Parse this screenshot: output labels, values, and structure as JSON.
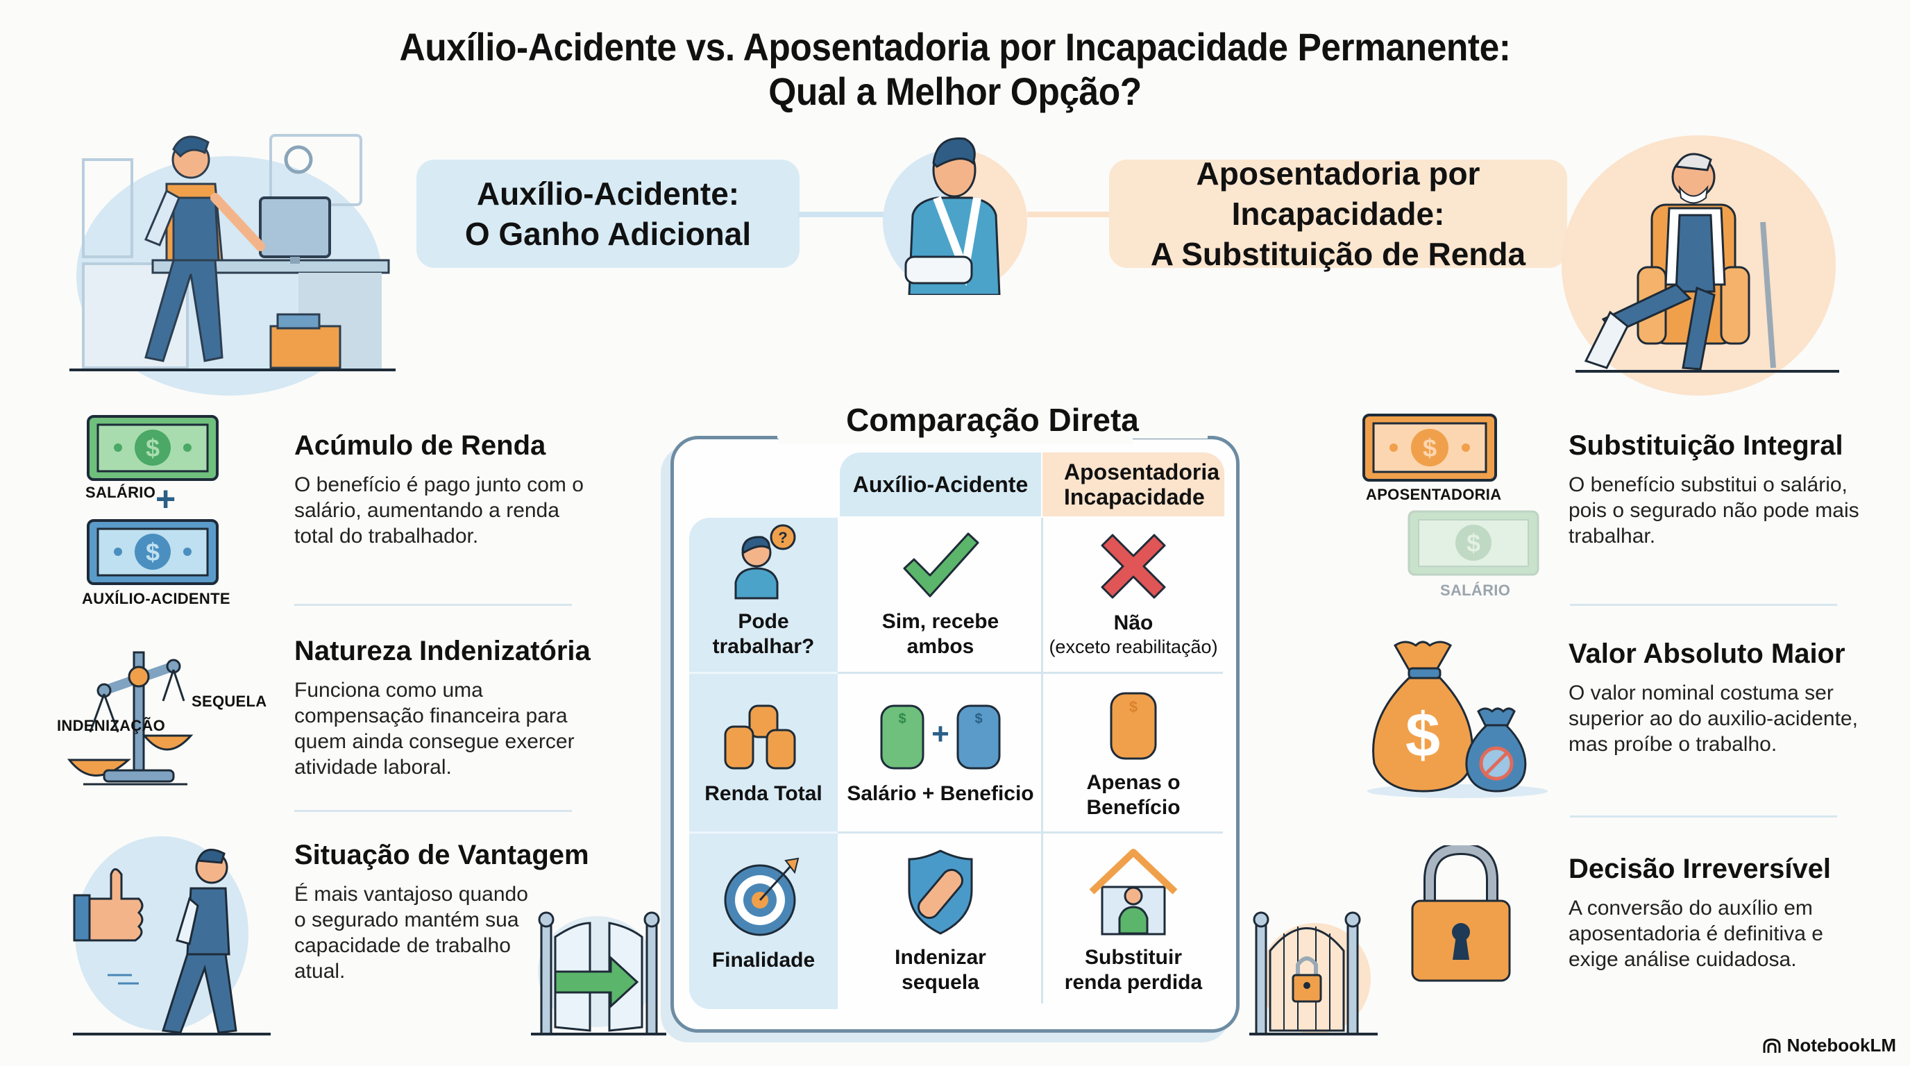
{
  "title": {
    "line1": "Auxílio-Acidente vs. Aposentadoria por Incapacidade Permanente:",
    "line2": "Qual a Melhor Opção?"
  },
  "header": {
    "left_banner": {
      "line1": "Auxílio-Acidente:",
      "line2": "O Ganho Adicional",
      "color": "#d8ebf5"
    },
    "right_banner": {
      "line1": "Aposentadoria por Incapacidade:",
      "line2": "A Substituição de Renda",
      "color": "#fbe6d0"
    }
  },
  "left_column": {
    "items": [
      {
        "title": "Acúmulo de Renda",
        "description": "O benefício é pago junto com o salário, aumentando a renda total do trabalhador.",
        "icon_labels": [
          "SALÁRIO",
          "AUXÍLIO-ACIDENTE"
        ]
      },
      {
        "title": "Natureza Indenizatória",
        "description": "Funciona como uma compensação financeira para quem ainda consegue exercer atividade laboral.",
        "icon_labels": [
          "INDENIZAÇÃO",
          "SEQUELA"
        ]
      },
      {
        "title": "Situação de Vantagem",
        "description": "É mais vantajoso quando o segurado mantém sua capacidade de trabalho atual."
      }
    ]
  },
  "right_column": {
    "items": [
      {
        "title": "Substituição Integral",
        "description": "O benefício substitui o salário, pois o segurado não pode mais trabalhar.",
        "icon_labels": [
          "APOSENTADORIA",
          "SALÁRIO"
        ]
      },
      {
        "title": "Valor Absoluto Maior",
        "description": "O valor nominal costuma ser superior ao do auxilio-acidente, mas proíbe o trabalho."
      },
      {
        "title": "Decisão Irreversível",
        "description": "A conversão do auxílio em aposentadoria é definitiva e exige análise cuidadosa."
      }
    ]
  },
  "comparison": {
    "title": "Comparação Direta",
    "columns": [
      "Auxílio-Acidente",
      "Aposentadoria Incapacidade"
    ],
    "rows": [
      {
        "label": "Pode trabalhar?",
        "aux": "Sim, recebe ambos",
        "apo": "Não",
        "apo_note": "(exceto reabilitação)"
      },
      {
        "label": "Renda Total",
        "aux": "Salário + Beneficio",
        "apo": "Apenas o Benefício"
      },
      {
        "label": "Finalidade",
        "aux": "Indenizar sequela",
        "apo": "Substituir renda perdida"
      }
    ]
  },
  "colors": {
    "blue_accent": "#4a86b5",
    "orange_accent": "#f0a04b",
    "green_accent": "#5bb56a",
    "red_accent": "#e05555",
    "frame": "#6d8ca3"
  },
  "brand": "NotebookLM"
}
